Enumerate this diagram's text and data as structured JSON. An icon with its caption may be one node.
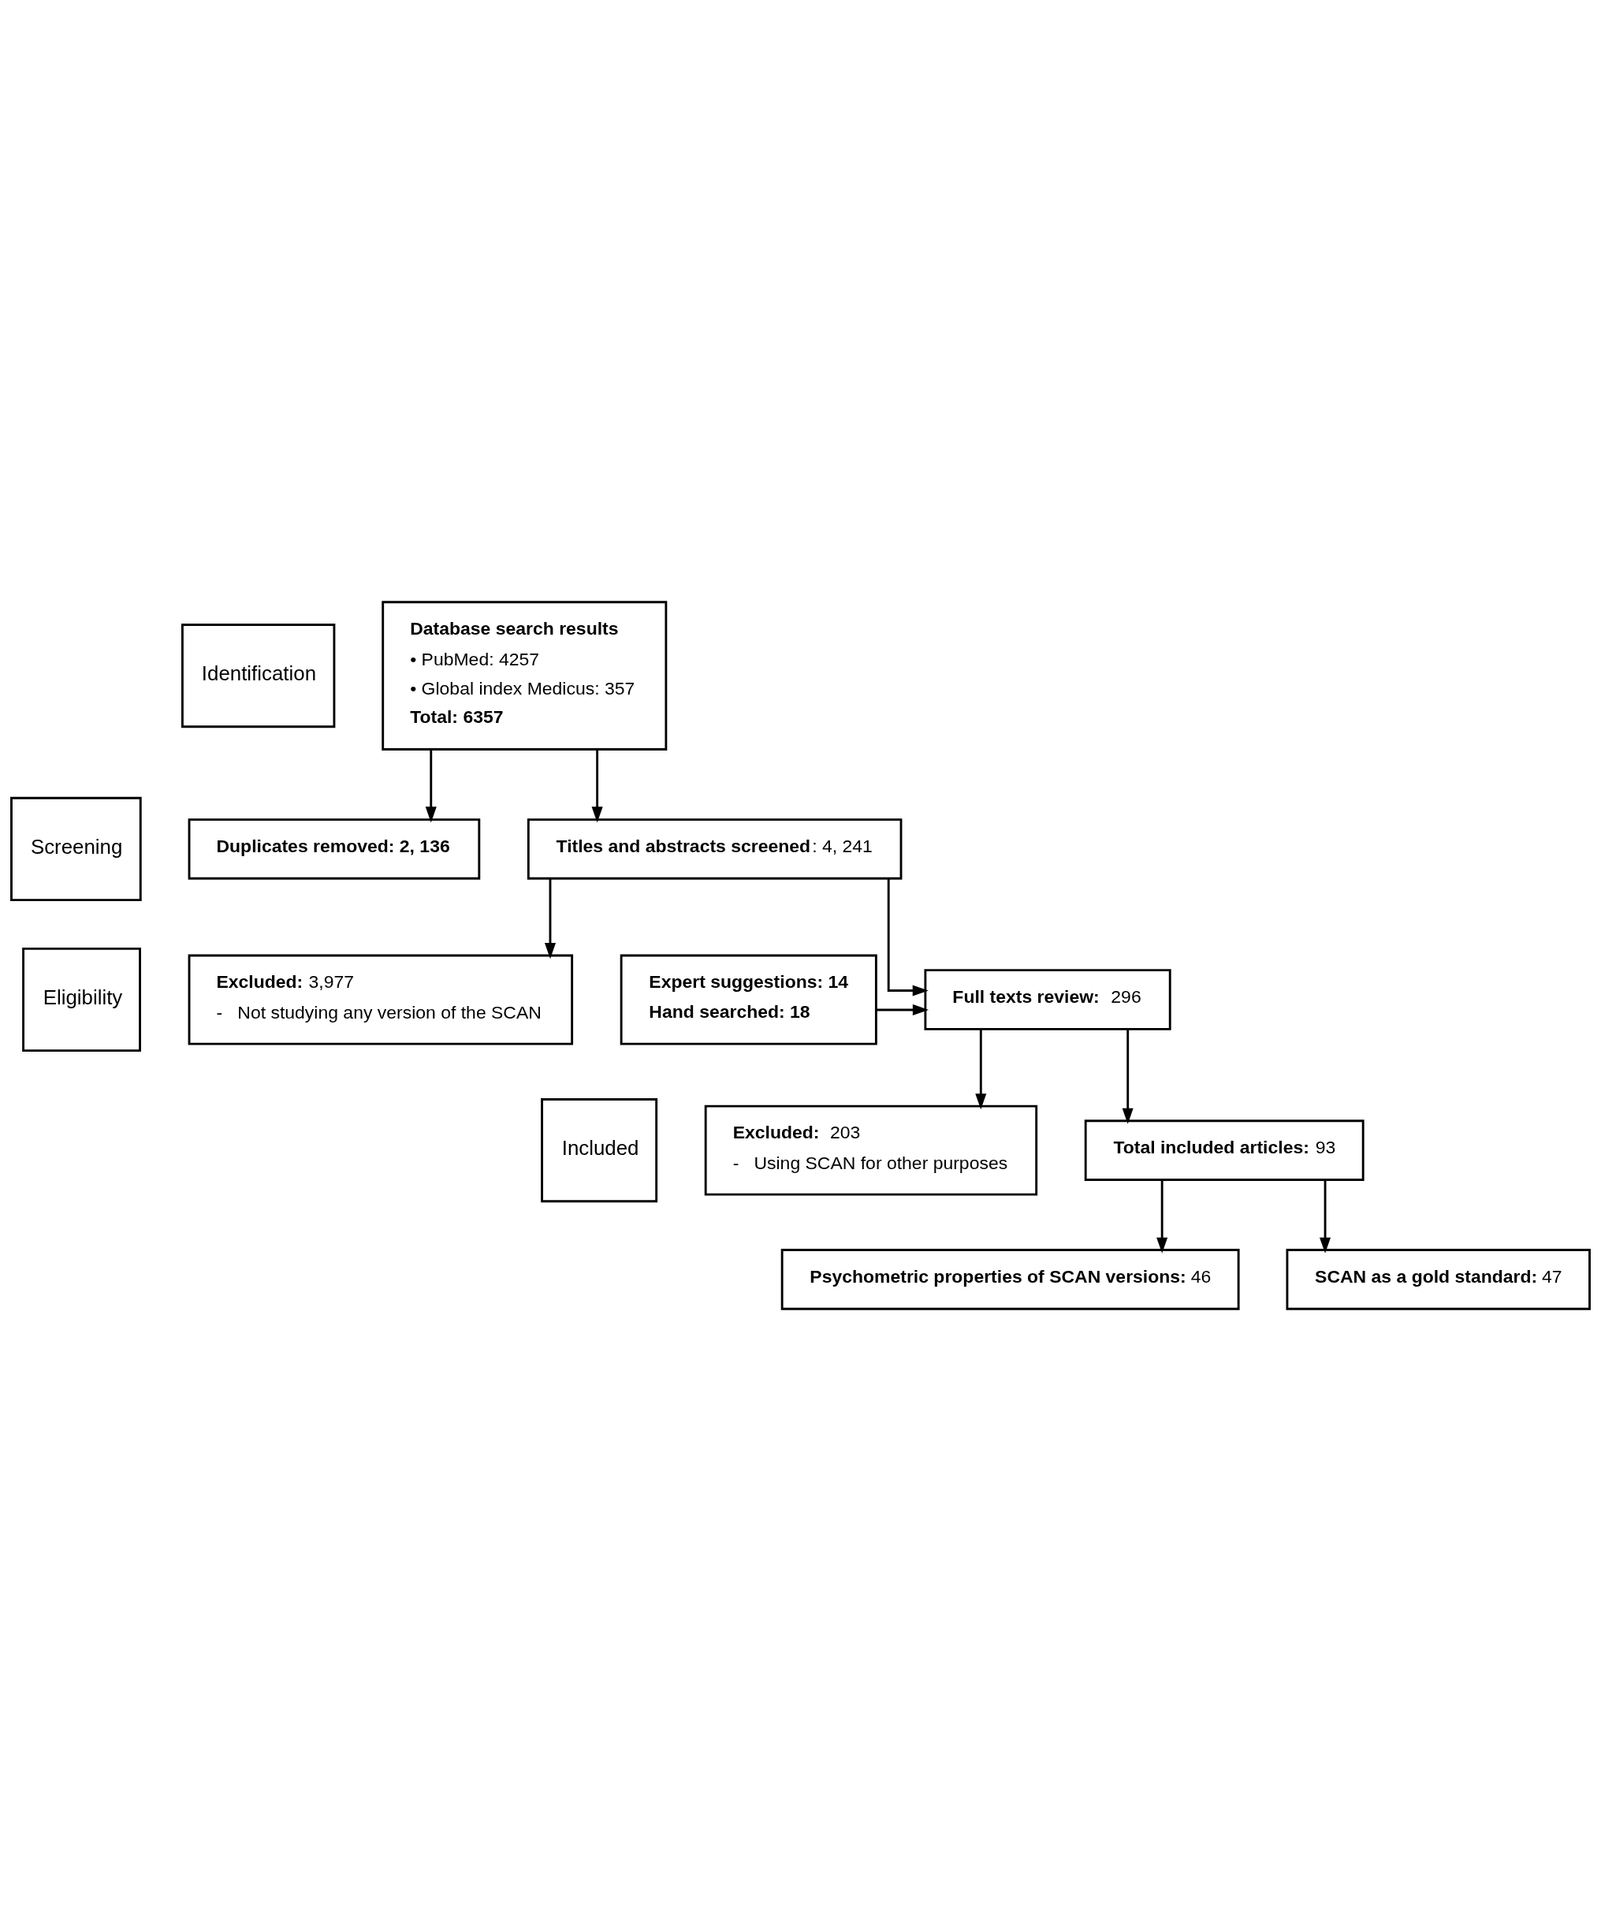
{
  "diagram": {
    "nodes": [
      {
        "text": [
          "Identification"
        ]
      },
      {
        "text": [
          "Screening"
        ]
      },
      {
        "text": [
          "Eligibility"
        ]
      },
      {
        "text": [
          "Included"
        ]
      },
      {
        "text": [
          "**Database search results**",
          "• PubMed: 4257",
          "• Global index Medicus: 357",
          "**Total: 6357**"
        ]
      },
      {
        "text": [
          "**Duplicates removed: 2, 136**"
        ]
      },
      {
        "text": [
          "**Titles and abstracts screened**: 4, 241"
        ]
      },
      {
        "text": [
          "**Excluded:** 3,977",
          "-   Not studying any version of the SCAN"
        ]
      },
      {
        "text": [
          "**Expert suggestions: 14**",
          "**Hand searched: 18**"
        ]
      },
      {
        "text": [
          "**Full texts review:**  296"
        ]
      },
      {
        "text": [
          "**Excluded:**  203",
          "-   Using SCAN for other purposes"
        ]
      },
      {
        "text": [
          "**Total included articles:** 93"
        ]
      },
      {
        "text": [
          "**Psychometric properties of SCAN versions:** 46"
        ]
      },
      {
        "text": [
          "**SCAN as a gold standard:** 47"
        ]
      }
    ],
    "edges": [
      {
        "from": 4,
        "to": 6,
        "arrow": "to"
      },
      {
        "from": 4,
        "to": 5,
        "arrow": "to"
      },
      {
        "from": 6,
        "to": 9,
        "arrow": "to"
      },
      {
        "from": 6,
        "to": 7,
        "arrow": "to"
      },
      {
        "from": 8,
        "to": 9,
        "arrow": "to"
      },
      {
        "from": 9,
        "to": 11,
        "arrow": "to"
      },
      {
        "from": 9,
        "to": 10,
        "arrow": "to"
      },
      {
        "from": 11,
        "to": 12,
        "arrow": "to"
      },
      {
        "from": 11,
        "to": 13,
        "arrow": "to"
      }
    ]
  }
}
